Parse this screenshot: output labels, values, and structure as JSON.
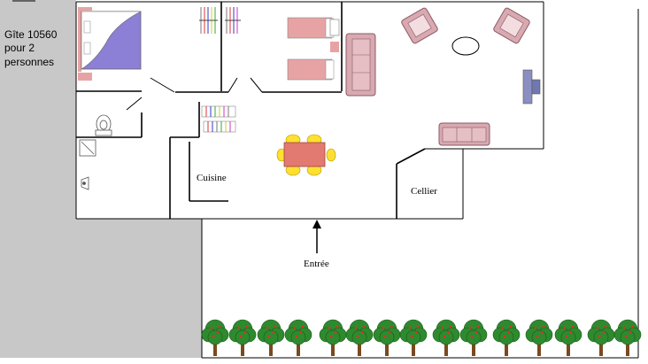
{
  "caption": {
    "line1": "Gîte 10560",
    "line2": "pour 2",
    "line3": "personnes"
  },
  "rooms": {
    "kitchen": "Cuisine",
    "storage": "Cellier",
    "entrance": "Entrée"
  },
  "colors": {
    "grey_zone": "#c8c8c8",
    "bed_blue": "#8c7fd6",
    "bed_pink": "#e7a3a3",
    "table_red": "#e27a72",
    "chair_yellow": "#ffe030",
    "sofa_pink": "#d8a9b0",
    "tree_green": "#2e8a2e"
  },
  "icons": {
    "trees": "tree-icon",
    "entry_arrow": "arrow-up-icon"
  }
}
